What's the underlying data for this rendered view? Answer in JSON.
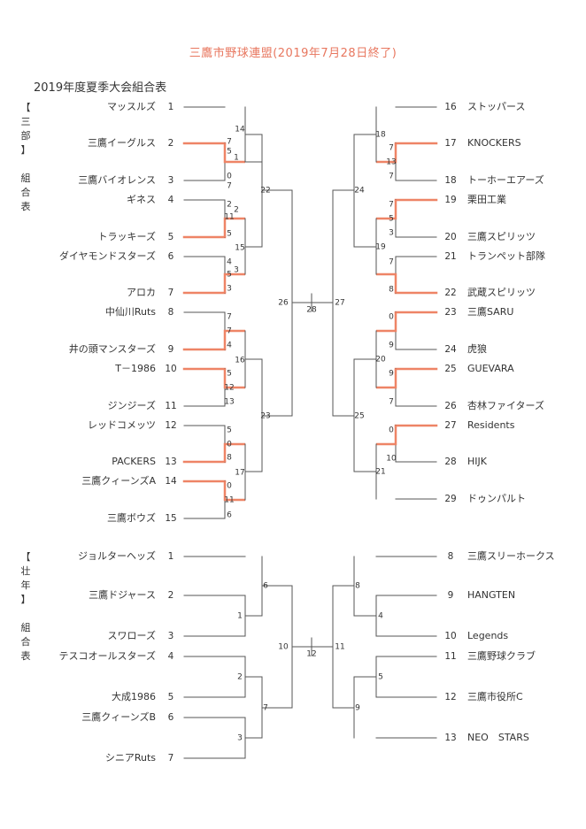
{
  "title": "三鷹市野球連盟(2019年7月28日終了)",
  "subtitle": "2019年度夏季大会組合表",
  "colors": {
    "winner": "#ee8466",
    "line": "#555555",
    "title": "#e8775f"
  },
  "divisions": [
    {
      "label": [
        "【",
        "三",
        "部",
        "】",
        "",
        "組",
        "合",
        "表"
      ],
      "left_teams": [
        {
          "name": "マッスルズ",
          "seed": "1",
          "won": false
        },
        {
          "name": "三鷹イーグルス",
          "seed": "2",
          "won": true
        },
        {
          "name": "三鷹バイオレンス",
          "seed": "3",
          "won": false
        },
        {
          "name": "ギネス",
          "seed": "4",
          "won": false
        },
        {
          "name": "トラッキーズ",
          "seed": "5",
          "won": true
        },
        {
          "name": "ダイヤモンドスターズ",
          "seed": "6",
          "won": false
        },
        {
          "name": "アロカ",
          "seed": "7",
          "won": true
        },
        {
          "name": "中仙川Ruts",
          "seed": "8",
          "won": false
        },
        {
          "name": "井の頭マンスターズ",
          "seed": "9",
          "won": true
        },
        {
          "name": "T－1986",
          "seed": "10",
          "won": true
        },
        {
          "name": "ジンジーズ",
          "seed": "11",
          "won": false
        },
        {
          "name": "レッドコメッツ",
          "seed": "12",
          "won": false
        },
        {
          "name": "PACKERS",
          "seed": "13",
          "won": true
        },
        {
          "name": "三鷹クィーンズA",
          "seed": "14",
          "won": true
        },
        {
          "name": "三鷹ボウズ",
          "seed": "15",
          "won": false
        }
      ],
      "right_teams": [
        {
          "name": "ストッパース",
          "seed": "16",
          "won": false
        },
        {
          "name": "KNOCKERS",
          "seed": "17",
          "won": true
        },
        {
          "name": "トーホーエアーズ",
          "seed": "18",
          "won": false
        },
        {
          "name": "栗田工業",
          "seed": "19",
          "won": true
        },
        {
          "name": "三鷹スピリッツ",
          "seed": "20",
          "won": false
        },
        {
          "name": "トランペット部隊",
          "seed": "21",
          "won": false
        },
        {
          "name": "武蔵スピリッツ",
          "seed": "22",
          "won": true
        },
        {
          "name": "三鷹SARU",
          "seed": "23",
          "won": true
        },
        {
          "name": "虎狼",
          "seed": "24",
          "won": false
        },
        {
          "name": "GUEVARA",
          "seed": "25",
          "won": true
        },
        {
          "name": "杏林ファイターズ",
          "seed": "26",
          "won": false
        },
        {
          "name": "Residents",
          "seed": "27",
          "won": true
        },
        {
          "name": "HIJK",
          "seed": "28",
          "won": false
        },
        {
          "name": "ドゥンパルト",
          "seed": "29",
          "won": false
        }
      ],
      "match_numbers": [
        "1",
        "2",
        "3",
        "14",
        "15",
        "16",
        "17",
        "22",
        "23",
        "26",
        "28",
        "27",
        "24",
        "25",
        "18",
        "19",
        "20",
        "21"
      ],
      "scores": [
        "5",
        "0",
        "2",
        "5",
        "4",
        "3",
        "7",
        "4",
        "5",
        "13",
        "5",
        "8",
        "0",
        "6",
        "7",
        "7",
        "7",
        "3",
        "7",
        "8",
        "0",
        "9",
        "9",
        "7",
        "0",
        "10",
        "7",
        "7",
        "11",
        "5",
        "7",
        "12",
        "0",
        "11",
        "13",
        "5"
      ]
    },
    {
      "label": [
        "【",
        "壮",
        "年",
        "】",
        "",
        "組",
        "合",
        "表"
      ],
      "left_teams": [
        {
          "name": "ジョルターヘッズ",
          "seed": "1",
          "won": false
        },
        {
          "name": "三鷹ドジャース",
          "seed": "2",
          "won": false
        },
        {
          "name": "スワローズ",
          "seed": "3",
          "won": false
        },
        {
          "name": "テスコオールスターズ",
          "seed": "4",
          "won": false
        },
        {
          "name": "大成1986",
          "seed": "5",
          "won": false
        },
        {
          "name": "三鷹クィーンズB",
          "seed": "6",
          "won": false
        },
        {
          "name": "シニアRuts",
          "seed": "7",
          "won": false
        }
      ],
      "right_teams": [
        {
          "name": "三鷹スリーホークス",
          "seed": "8",
          "won": false
        },
        {
          "name": "HANGTEN",
          "seed": "9",
          "won": false
        },
        {
          "name": "Legends",
          "seed": "10",
          "won": false
        },
        {
          "name": "三鷹野球クラブ",
          "seed": "11",
          "won": false
        },
        {
          "name": "三鷹市役所C",
          "seed": "12",
          "won": false
        },
        {
          "name": "NEO　STARS",
          "seed": "13",
          "won": false
        }
      ],
      "match_numbers": [
        "1",
        "2",
        "3",
        "6",
        "7",
        "10",
        "12",
        "11",
        "4",
        "5",
        "8",
        "9"
      ]
    }
  ]
}
